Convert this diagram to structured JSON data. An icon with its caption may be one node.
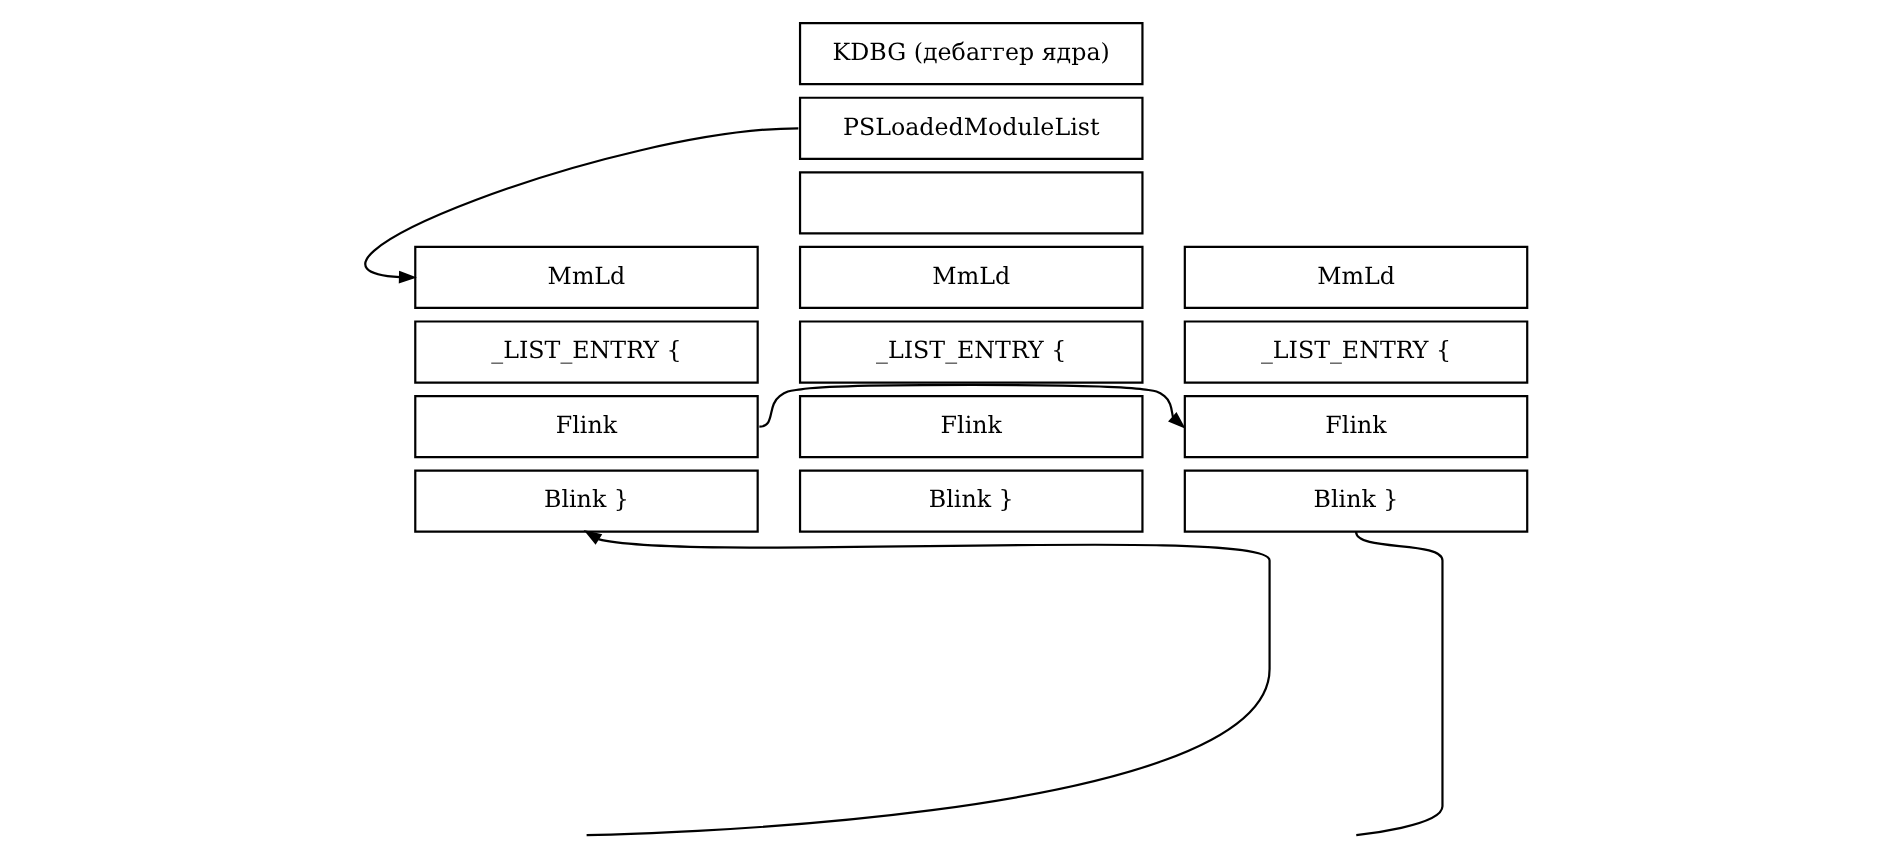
{
  "diagram": {
    "nodes": [
      {
        "text": [
          "KDBG (дебаггер ядра)"
        ]
      },
      {
        "text": [
          "PSLoadedModuleList"
        ]
      },
      {
        "text": [],
        "shape": "box"
      },
      {
        "text": [
          "MmLd"
        ]
      },
      {
        "text": [
          "_LIST_ENTRY {"
        ]
      },
      {
        "text": [
          "Flink"
        ]
      },
      {
        "text": [
          "Blink }"
        ]
      },
      {
        "text": [
          "MmLd"
        ]
      },
      {
        "text": [
          "_LIST_ENTRY {"
        ]
      },
      {
        "text": [
          "Flink"
        ]
      },
      {
        "text": [
          "Blink }"
        ]
      },
      {
        "text": [
          "MmLd"
        ]
      },
      {
        "text": [
          "_LIST_ENTRY {"
        ]
      },
      {
        "text": [
          "Flink"
        ]
      },
      {
        "text": [
          "Blink }"
        ]
      }
    ],
    "edges": [
      {
        "from": 1,
        "to": 3,
        "arrow": "to"
      },
      {
        "from": 5,
        "to": 13,
        "arrow": "to"
      },
      {
        "from": null,
        "to": 6,
        "arrow": "to"
      },
      {
        "from": 14,
        "to": null,
        "arrow": "none"
      }
    ]
  }
}
